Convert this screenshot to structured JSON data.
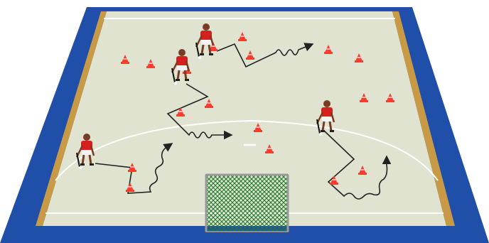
{
  "diagram": {
    "kind": "hockey-drill",
    "colors": {
      "border_blue": "#1f4fa8",
      "court_surface": "#dfe3cf",
      "board_wood": "#c89a45",
      "line_white": "#ffffff",
      "cone": "#ff3b2f",
      "path": "#222222",
      "player_shirt": "#d62020",
      "player_shorts": "#f2f2f2",
      "goal_net": "#1f7a2c"
    },
    "counts": {
      "players": 4,
      "cones": 18,
      "dribble_paths": 4,
      "goals": 1
    },
    "icons": [
      "player-icon",
      "cone-icon",
      "goal-icon",
      "arrow-icon"
    ]
  }
}
